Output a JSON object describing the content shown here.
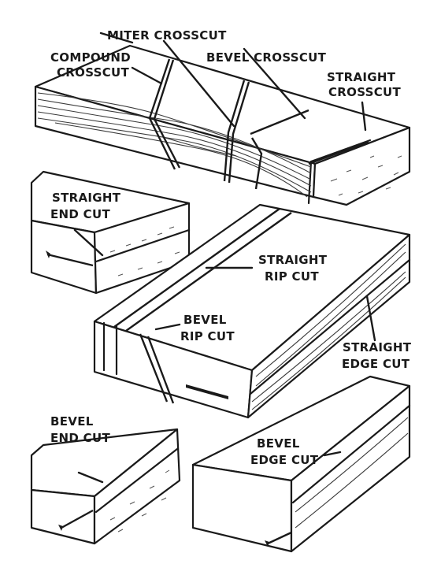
{
  "labels": {
    "miter_crosscut": "MITER CROSSCUT",
    "compound_crosscut_1": "COMPOUND",
    "compound_crosscut_2": "CROSSCUT",
    "bevel_crosscut": "BEVEL CROSSCUT",
    "straight_crosscut_1": "STRAIGHT",
    "straight_crosscut_2": "CROSSCUT",
    "straight_end_cut_1": "STRAIGHT",
    "straight_end_cut_2": "END CUT",
    "straight_rip_cut_1": "STRAIGHT",
    "straight_rip_cut_2": "RIP CUT",
    "bevel_rip_cut_1": "BEVEL",
    "bevel_rip_cut_2": "RIP CUT",
    "straight_edge_cut_1": "STRAIGHT",
    "straight_edge_cut_2": "EDGE CUT",
    "bevel_end_cut_1": "BEVEL",
    "bevel_end_cut_2": "END CUT",
    "bevel_edge_cut_1": "BEVEL",
    "bevel_edge_cut_2": "EDGE CUT"
  },
  "colors": {
    "ink": "#1a1a1a",
    "paper": "#ffffff"
  }
}
